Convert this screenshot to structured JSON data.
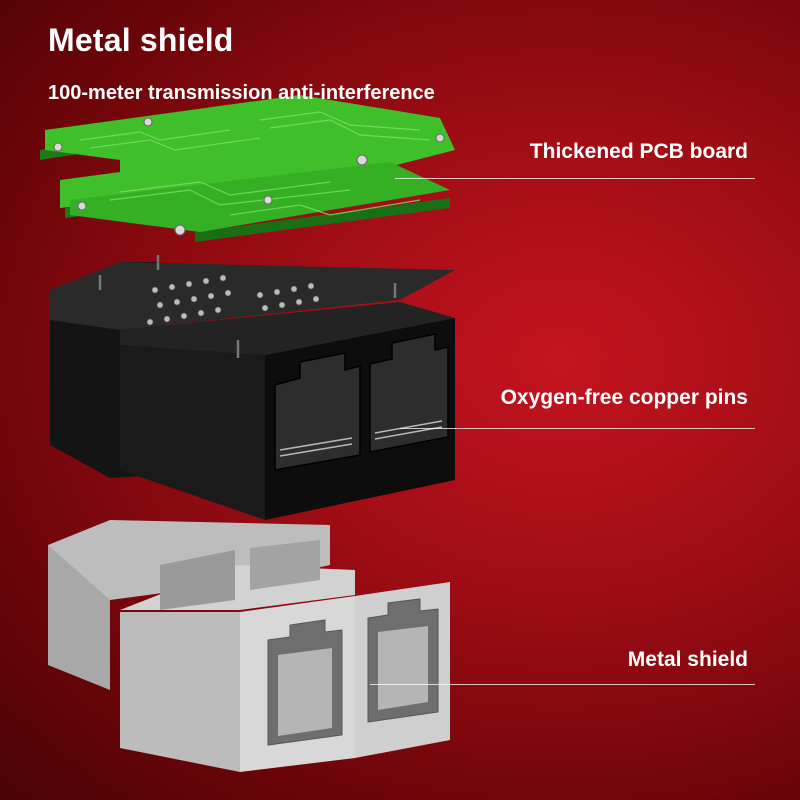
{
  "header": {
    "title": "Metal shield",
    "subtitle": "100-meter transmission anti-interference"
  },
  "callouts": [
    {
      "label": "Thickened PCB board"
    },
    {
      "label": "Oxygen-free copper pins"
    },
    {
      "label": "Metal shield"
    }
  ],
  "colors": {
    "background": "#9c0c14",
    "pcb": "#3fbf2a",
    "housing": "#151515",
    "shield": "#c9c9c9",
    "text": "#ffffff"
  }
}
